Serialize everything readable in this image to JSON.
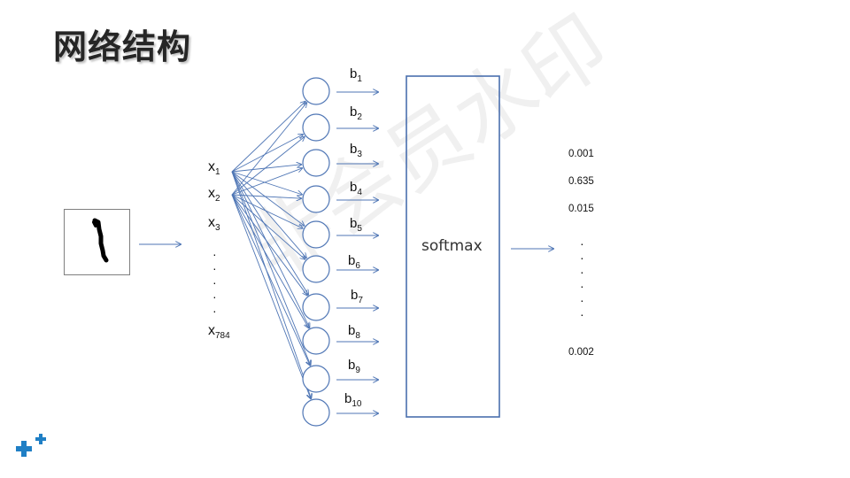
{
  "title": "网络结构",
  "watermark": "非会员水印",
  "input_image": {
    "description_icon": "handwritten-digit-one-image"
  },
  "inputs": [
    {
      "base": "x",
      "sub": "1"
    },
    {
      "base": "x",
      "sub": "2"
    },
    {
      "base": "x",
      "sub": "3"
    },
    {
      "base": "x",
      "sub": "784"
    }
  ],
  "input_ellipsis": "·",
  "biases": [
    {
      "base": "b",
      "sub": "1"
    },
    {
      "base": "b",
      "sub": "2"
    },
    {
      "base": "b",
      "sub": "3"
    },
    {
      "base": "b",
      "sub": "4"
    },
    {
      "base": "b",
      "sub": "5"
    },
    {
      "base": "b",
      "sub": "6"
    },
    {
      "base": "b",
      "sub": "7"
    },
    {
      "base": "b",
      "sub": "8"
    },
    {
      "base": "b",
      "sub": "9"
    },
    {
      "base": "b",
      "sub": "10"
    }
  ],
  "softmax_label": "softmax",
  "outputs": {
    "top": [
      "0.001",
      "0.635",
      "0.015"
    ],
    "bottom": "0.002",
    "ellipsis": "·"
  },
  "colors": {
    "arrow": "#4f76b5",
    "node_stroke": "#4f76b5",
    "box_stroke": "#4a6fae",
    "logo": "#1f7fc5"
  }
}
